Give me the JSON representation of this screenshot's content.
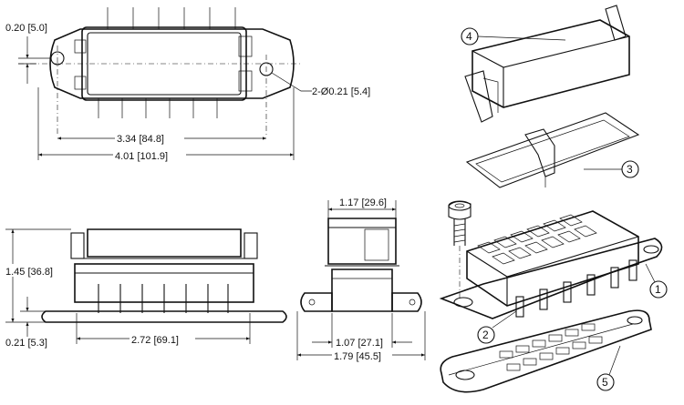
{
  "dimensions": {
    "top_offset": "0.20 [5.0]",
    "hole_dia": "2-Ø0.21 [5.4]",
    "hole_spacing": "3.34 [84.8]",
    "overall_length": "4.01 [101.9]",
    "height": "1.45 [36.8]",
    "flange_thk": "0.21 [5.3]",
    "body_length": "2.72 [69.1]",
    "top_width": "1.17 [29.6]",
    "base_width": "1.07 [27.1]",
    "overall_width": "1.79 [45.5]"
  },
  "callouts": {
    "c1": "1",
    "c2": "2",
    "c3": "3",
    "c4": "4",
    "c5": "5"
  }
}
